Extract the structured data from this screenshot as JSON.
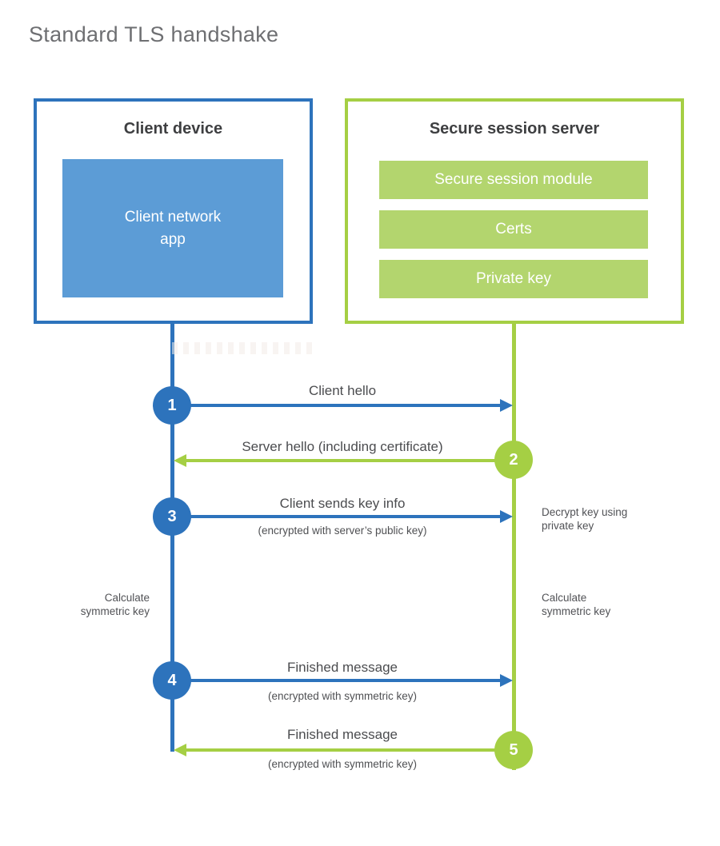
{
  "title": "Standard TLS handshake",
  "colors": {
    "blue_stroke": "#2d73bc",
    "blue_fill": "#5c9cd6",
    "green_stroke": "#a5cf44",
    "green_fill": "#b3d56e",
    "heading_text": "#3e3f41",
    "label_text": "#4b4c4f",
    "title_text": "#6e6f72"
  },
  "client": {
    "title": "Client device",
    "app_label": "Client network\napp"
  },
  "server": {
    "title": "Secure session server",
    "modules": [
      "Secure session module",
      "Certs",
      "Private key"
    ]
  },
  "steps": [
    {
      "n": "1",
      "label": "Client hello",
      "sub": "",
      "direction": "client-to-server"
    },
    {
      "n": "2",
      "label": "Server hello (including certificate)",
      "sub": "",
      "direction": "server-to-client"
    },
    {
      "n": "3",
      "label": "Client sends key info",
      "sub": "(encrypted with server’s public key)",
      "direction": "client-to-server"
    },
    {
      "n": "4",
      "label": "Finished message",
      "sub": "(encrypted with symmetric key)",
      "direction": "client-to-server"
    },
    {
      "n": "5",
      "label": "Finished message",
      "sub": "(encrypted with symmetric key)",
      "direction": "server-to-client"
    }
  ],
  "side_notes": {
    "decrypt": "Decrypt key using\nprivate key",
    "calculate_left": "Calculate\nsymmetric key",
    "calculate_right": "Calculate\nsymmetric key"
  }
}
